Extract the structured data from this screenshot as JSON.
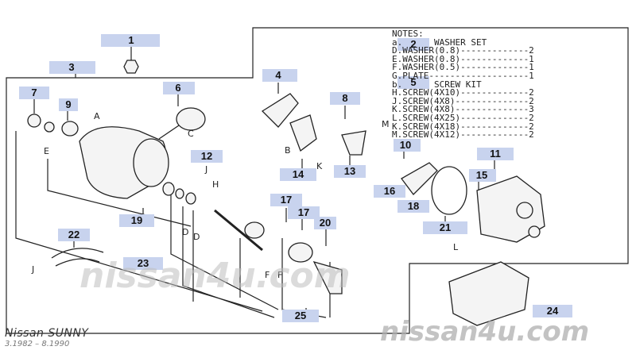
{
  "callouts": [
    "1",
    "2",
    "3",
    "4",
    "5",
    "6",
    "7",
    "8",
    "9",
    "10",
    "11",
    "12",
    "13",
    "14",
    "15",
    "16",
    "17",
    "17",
    "18",
    "19",
    "20",
    "21",
    "22",
    "23",
    "24",
    "25"
  ],
  "letters": [
    "A",
    "B",
    "C",
    "D",
    "D",
    "E",
    "F",
    "F",
    "H",
    "J",
    "J",
    "K",
    "L",
    "M"
  ],
  "notes": {
    "title": "NOTES:",
    "line_a": "a.      WASHER SET",
    "washer_items": [
      "D.WASHER(0.8)-------------2",
      "E.WASHER(0.8)-------------1",
      "F.WASHER(0.5)-------------1",
      "G.PLATE-------------------1"
    ],
    "line_b": "b.      SCREW KIT",
    "screw_items": [
      "H.SCREW(4X10)-------------2",
      "J.SCREW(4X8)--------------2",
      "K.SCREW(4X8)--------------3",
      "L.SCREW(4X25)-------------2",
      "K.SCREW(4X18)-------------2",
      "M.SCREW(4X12)-------------2"
    ]
  },
  "footer": {
    "brand": "Nissan SUNNY",
    "period": "3.1982 – 8.1990"
  },
  "watermarks": [
    "nissan4u.com",
    "nissan4u.com"
  ],
  "colors": {
    "callout_fill": "#c8d3ee",
    "line": "#222222",
    "part_fill": "#f4f4f4"
  }
}
